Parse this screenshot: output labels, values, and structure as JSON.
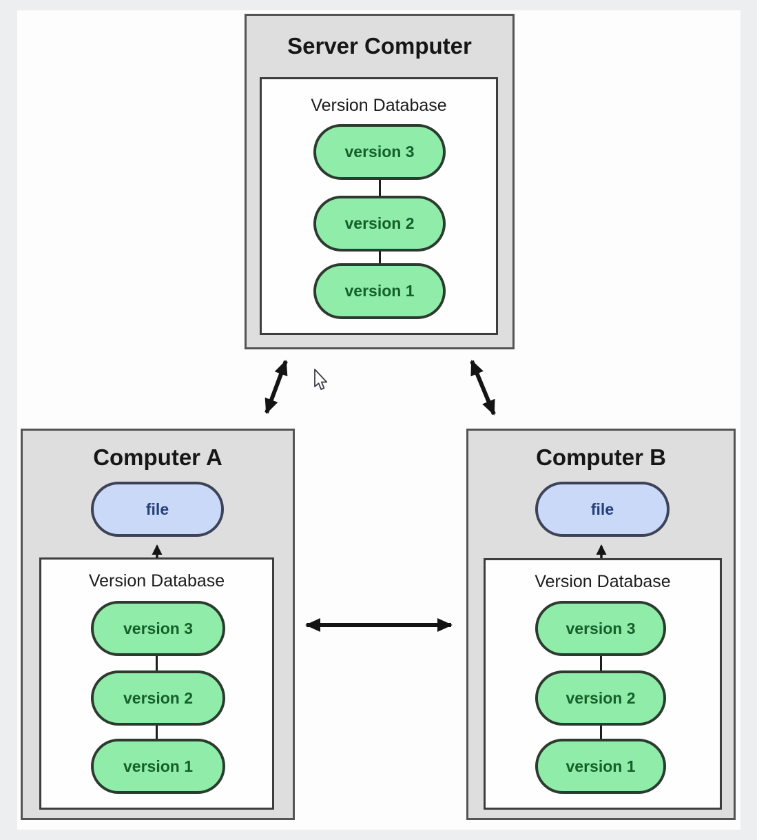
{
  "server": {
    "title": "Server Computer",
    "database": {
      "label": "Version Database",
      "versions": [
        "version 3",
        "version 2",
        "version 1"
      ]
    }
  },
  "computerA": {
    "title": "Computer A",
    "file_label": "file",
    "database": {
      "label": "Version Database",
      "versions": [
        "version 3",
        "version 2",
        "version 1"
      ]
    }
  },
  "computerB": {
    "title": "Computer B",
    "file_label": "file",
    "database": {
      "label": "Version Database",
      "versions": [
        "version 3",
        "version 2",
        "version 1"
      ]
    }
  },
  "colors": {
    "page_background": "#edeef0",
    "canvas_background": "#fdfdfd",
    "machine_fill": "#dedede",
    "machine_border": "#545454",
    "database_fill": "#fefefe",
    "database_border": "#3d3d3d",
    "version_pill_fill": "#8feda9",
    "version_pill_border": "#2c3a2f",
    "version_pill_text": "#156029",
    "file_pill_fill": "#cad9f8",
    "file_pill_border": "#3c4257",
    "file_pill_text": "#263f77",
    "arrow": "#141414"
  }
}
